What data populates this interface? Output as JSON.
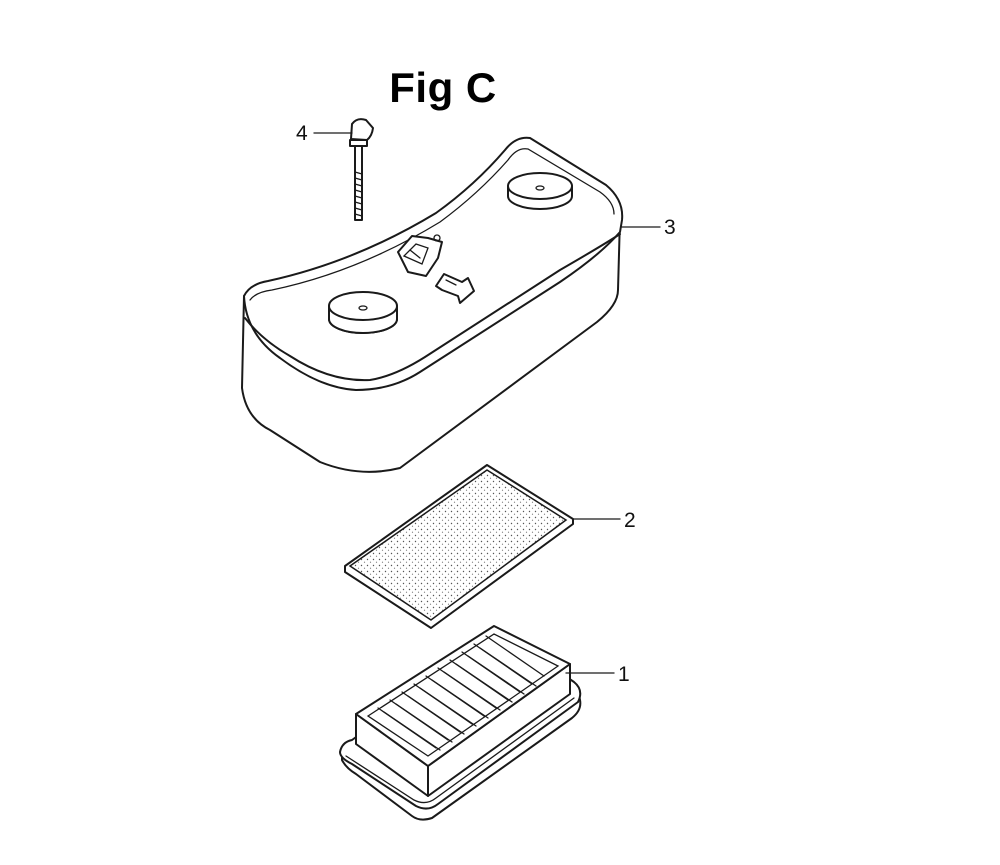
{
  "figure": {
    "title": "Fig C"
  },
  "parts": [
    {
      "number": "1",
      "label_key": "air-filter-element"
    },
    {
      "number": "2",
      "label_key": "pre-filter-pad"
    },
    {
      "number": "3",
      "label_key": "air-cleaner-cover"
    },
    {
      "number": "4",
      "label_key": "wing-bolt"
    }
  ],
  "colors": {
    "line": "#1a1a1a",
    "background": "#ffffff",
    "foam_dots": "#555555"
  }
}
